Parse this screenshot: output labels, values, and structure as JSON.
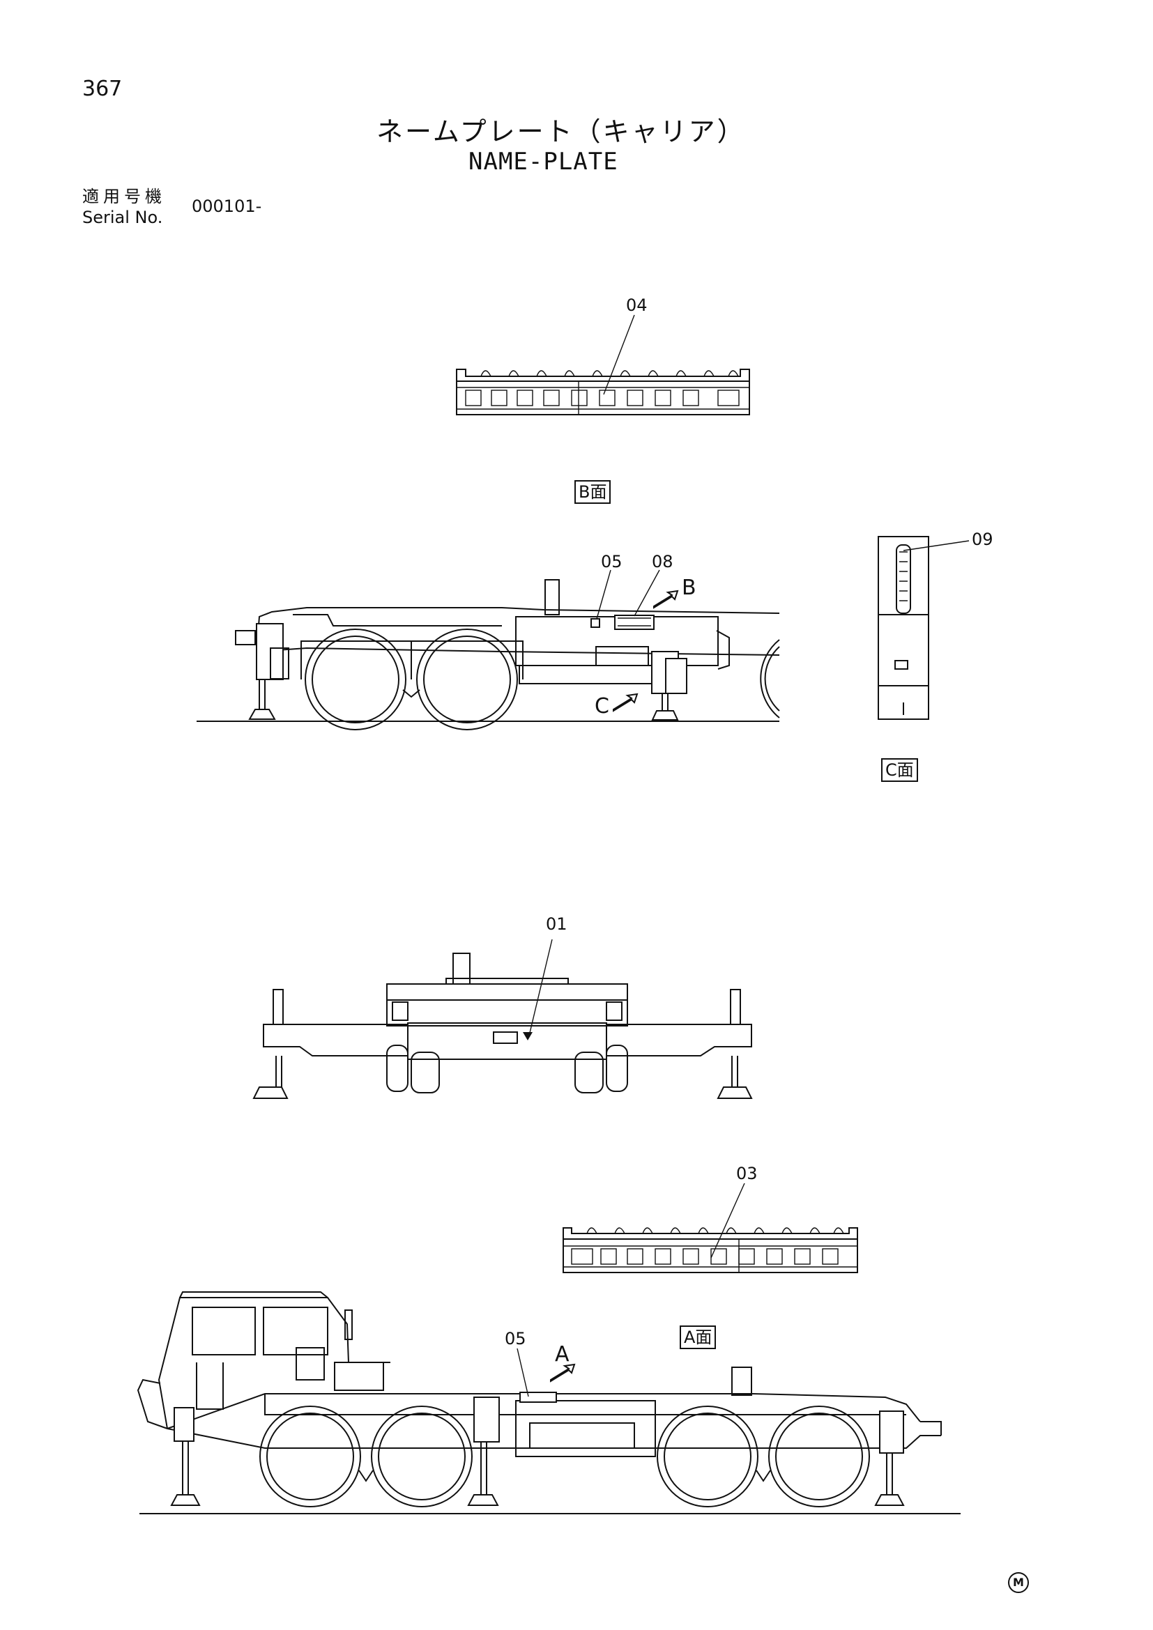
{
  "header": {
    "page_number": "367",
    "title_jp": "ネームプレート（キャリア）",
    "title_en": "NAME-PLATE",
    "serial_label_jp": "適用号機",
    "serial_label_en": "Serial No.",
    "serial_value": "000101-"
  },
  "callouts": {
    "c04": "04",
    "c05_top": "05",
    "c08": "08",
    "c09": "09",
    "c01": "01",
    "c03": "03",
    "c05_bottom": "05"
  },
  "view_labels": {
    "b_face": "B面",
    "c_face": "C面",
    "a_face": "A面"
  },
  "view_arrows": {
    "b": "B",
    "c": "C",
    "a": "A"
  },
  "footer": {
    "maker_mark": "M"
  }
}
